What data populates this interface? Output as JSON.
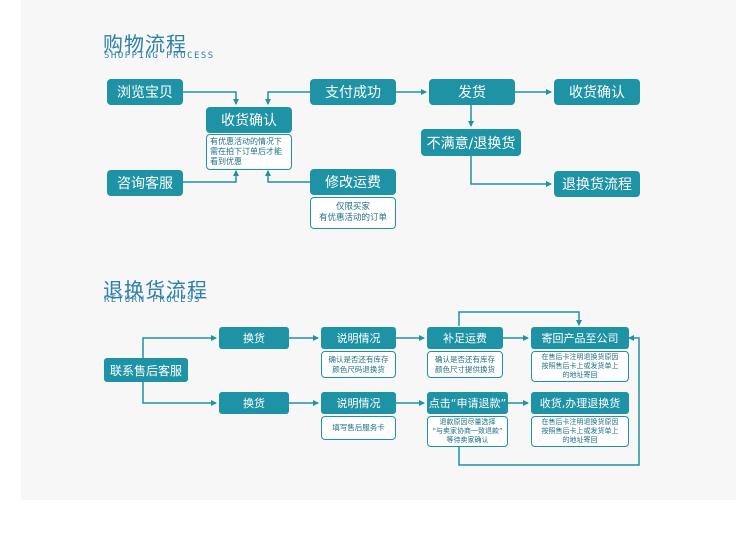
{
  "shopping": {
    "title_cn": "购物流程",
    "title_en": "SHOPPING PROCESS",
    "browse": "浏览宝贝",
    "consult": "咨询客服",
    "confirm_receipt": "收货确认",
    "confirm_note": [
      "有优惠活动的情况下",
      "需在拍下订单后才能",
      "看到优惠"
    ],
    "modify_fee": "修改运费",
    "modify_note": [
      "仅限买家",
      "有优惠活动的订单"
    ],
    "pay_success": "支付成功",
    "ship": "发货",
    "confirm_receipt_final": "收货确认",
    "unsatisfied": "不满意/退换货",
    "return_flow": "退换货流程"
  },
  "returns": {
    "title_cn": "退换货流程",
    "title_en": "RETURN PROCESS",
    "contact": "联系售后客服",
    "row1": {
      "exchange": "换货",
      "explain": "说明情况",
      "explain_note": [
        "确认是否还有库存",
        "颜色尺码退换货"
      ],
      "shipping_fee": "补足运费",
      "shipping_note": [
        "确认是否还有库存",
        "颜色尺寸提供换货"
      ],
      "send_back": "寄回产品至公司",
      "send_back_note": [
        "在售后卡注明退换货原因",
        "按照售后卡上或发货单上",
        "的地址寄回"
      ]
    },
    "row2": {
      "return": "换货",
      "explain": "说明情况",
      "explain_note": [
        "填写售后服务卡"
      ],
      "refund": "点击“申请退款”",
      "refund_note": [
        "退款原因尽量选择",
        "“与卖家协商一致退款”",
        "等待卖家确认"
      ],
      "receive_refund": "收货,办理退换货",
      "receive_note": [
        "在售后卡注明退换货原因",
        "按照售后卡上或发货单上",
        "的地址寄回"
      ]
    }
  }
}
